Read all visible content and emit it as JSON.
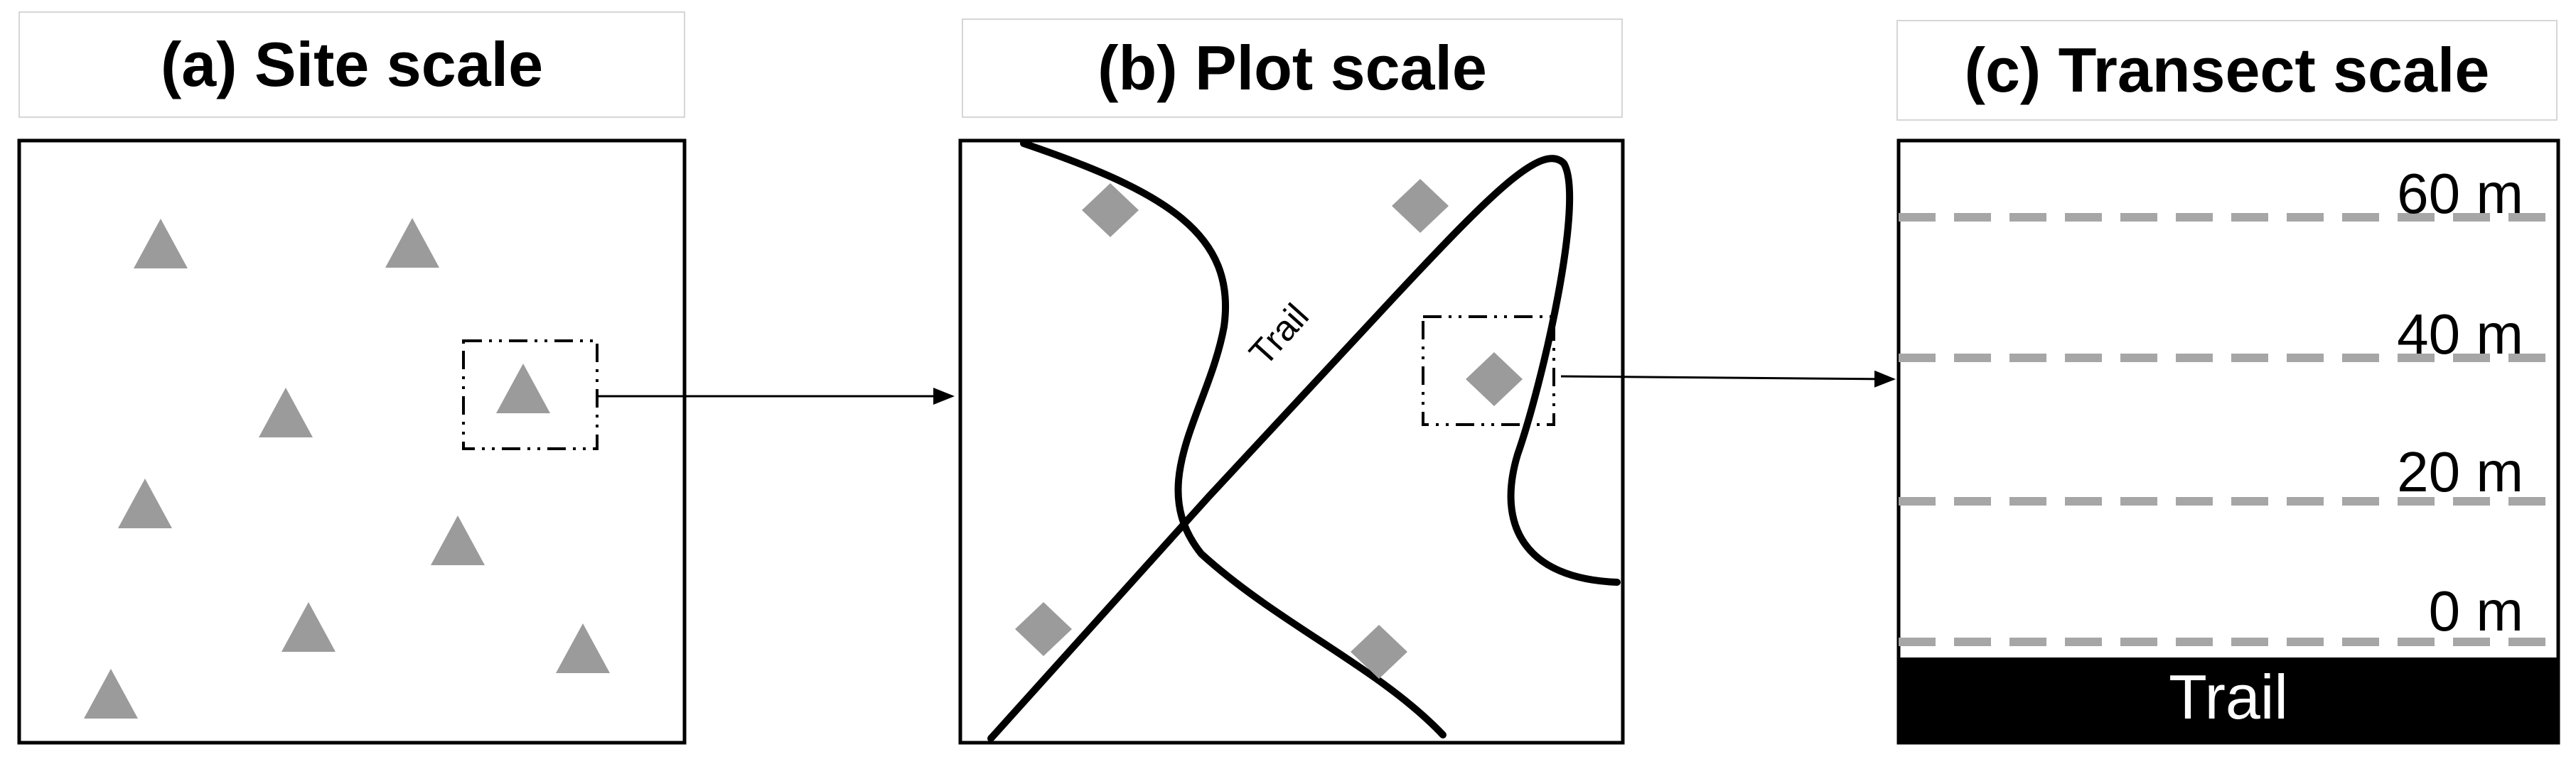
{
  "panels": {
    "site": {
      "title": "(a) Site scale"
    },
    "plot": {
      "title": "(b) Plot scale",
      "trail_label": "Trail"
    },
    "transect": {
      "title": "(c) Transect scale",
      "distance_labels": [
        "60 m",
        "40 m",
        "20 m",
        "0 m"
      ],
      "trail_label": "Trail"
    }
  },
  "colors": {
    "marker_fill": "#9b9b9b",
    "dashed_line": "#a6a6a6",
    "outline": "#000000",
    "trail_band": "#000000"
  },
  "icons": {
    "site_marker": "triangle-icon",
    "plot_marker": "diamond-icon"
  }
}
